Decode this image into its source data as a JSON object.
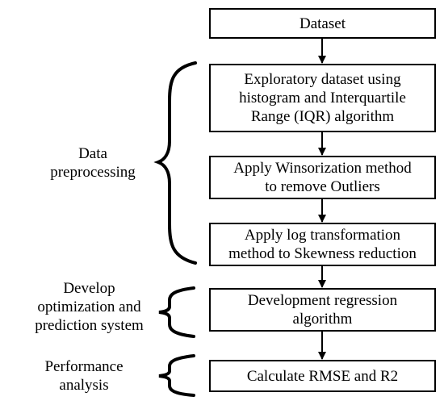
{
  "steps": {
    "dataset": "Dataset",
    "exploratory": "Exploratory dataset using\nhistogram and Interquartile\nRange (IQR) algorithm",
    "winsorization": "Apply Winsorization method\nto remove Outliers",
    "log_transform": "Apply log transformation\nmethod to Skewness reduction",
    "regression": "Development regression\nalgorithm",
    "rmse": "Calculate RMSE and R2"
  },
  "groups": {
    "preprocessing": "Data\npreprocessing",
    "optimization": "Develop\noptimization and\nprediction system",
    "performance": "Performance\nanalysis"
  }
}
